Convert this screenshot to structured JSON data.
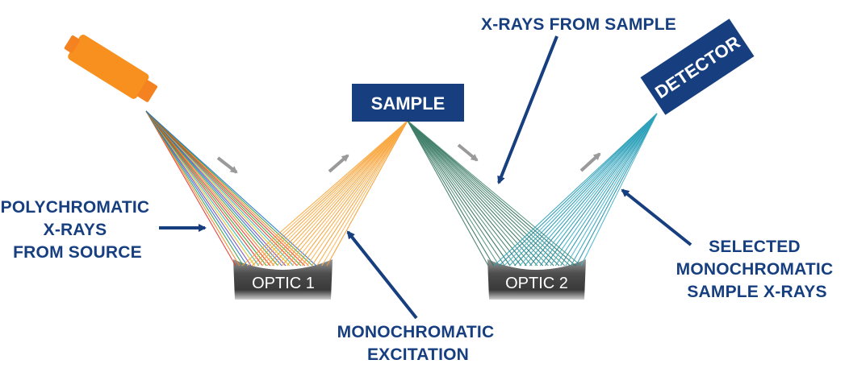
{
  "diagram": {
    "labels": {
      "source": [
        "POLYCHROMATIC",
        "X-RAYS",
        "FROM SOURCE"
      ],
      "excitation": [
        "MONOCHROMATIC",
        "EXCITATION"
      ],
      "from_sample": "X-RAYS FROM SAMPLE",
      "selected": [
        "SELECTED",
        "MONOCHROMATIC",
        "SAMPLE X-RAYS"
      ]
    },
    "sample_box": "SAMPLE",
    "detector_box": "DETECTOR",
    "optic1": "OPTIC 1",
    "optic2": "OPTIC 2",
    "colors": {
      "navy": "#173f80",
      "source_orange": "#f7901e",
      "excitation_orange": "#f9a63a",
      "sample_green": "#3c7a66",
      "selected_teal": "#2aa3be",
      "optic_gray": "#4a4a4a"
    },
    "icons": [
      "x-ray-source-icon",
      "optic-crystal-icon",
      "arrow-icon"
    ]
  }
}
